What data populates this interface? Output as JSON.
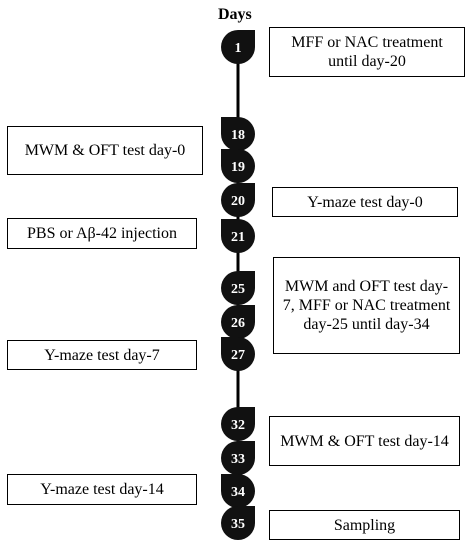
{
  "title": "Days",
  "timeline": [
    {
      "day": "1",
      "point": "right"
    },
    {
      "day": "18",
      "point": "left"
    },
    {
      "day": "19",
      "point": "left"
    },
    {
      "day": "20",
      "point": "right"
    },
    {
      "day": "21",
      "point": "left"
    },
    {
      "day": "25",
      "point": "right"
    },
    {
      "day": "26",
      "point": "right"
    },
    {
      "day": "27",
      "point": "left"
    },
    {
      "day": "32",
      "point": "right"
    },
    {
      "day": "33",
      "point": "right"
    },
    {
      "day": "34",
      "point": "left"
    },
    {
      "day": "35",
      "point": "right"
    }
  ],
  "boxes": [
    {
      "text": "MFF or NAC treatment until day-20"
    },
    {
      "text": "MWM & OFT test day-0"
    },
    {
      "text": "Y-maze test day-0"
    },
    {
      "text": "PBS or Aβ-42 injection"
    },
    {
      "text": "MWM and OFT test day-7, MFF or NAC treatment day-25 until day-34"
    },
    {
      "text": "Y-maze test day-7"
    },
    {
      "text": "MWM & OFT test day-14"
    },
    {
      "text": "Y-maze test day-14"
    },
    {
      "text": "Sampling"
    }
  ],
  "colors": {
    "marker_fill": "#111111",
    "marker_text": "#ffffff",
    "line": "#000000",
    "box_border": "#000000"
  }
}
